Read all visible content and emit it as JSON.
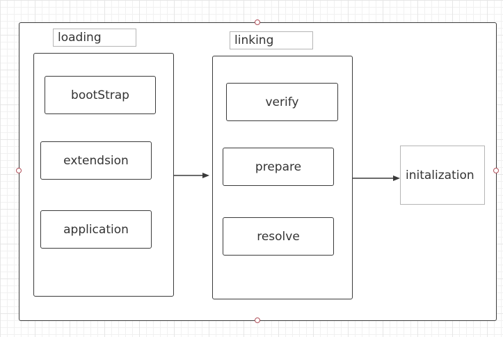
{
  "groups": {
    "loading": {
      "label": "loading",
      "steps": [
        "bootStrap",
        "extendsion",
        "application"
      ]
    },
    "linking": {
      "label": "linking",
      "steps": [
        "verify",
        "prepare",
        "resolve"
      ]
    }
  },
  "final_stage": {
    "label": "initalization"
  },
  "colors": {
    "stroke": "#3a3a3a",
    "light_border": "#b5b5b5",
    "handle": "#b0505a",
    "text": "#333333"
  }
}
